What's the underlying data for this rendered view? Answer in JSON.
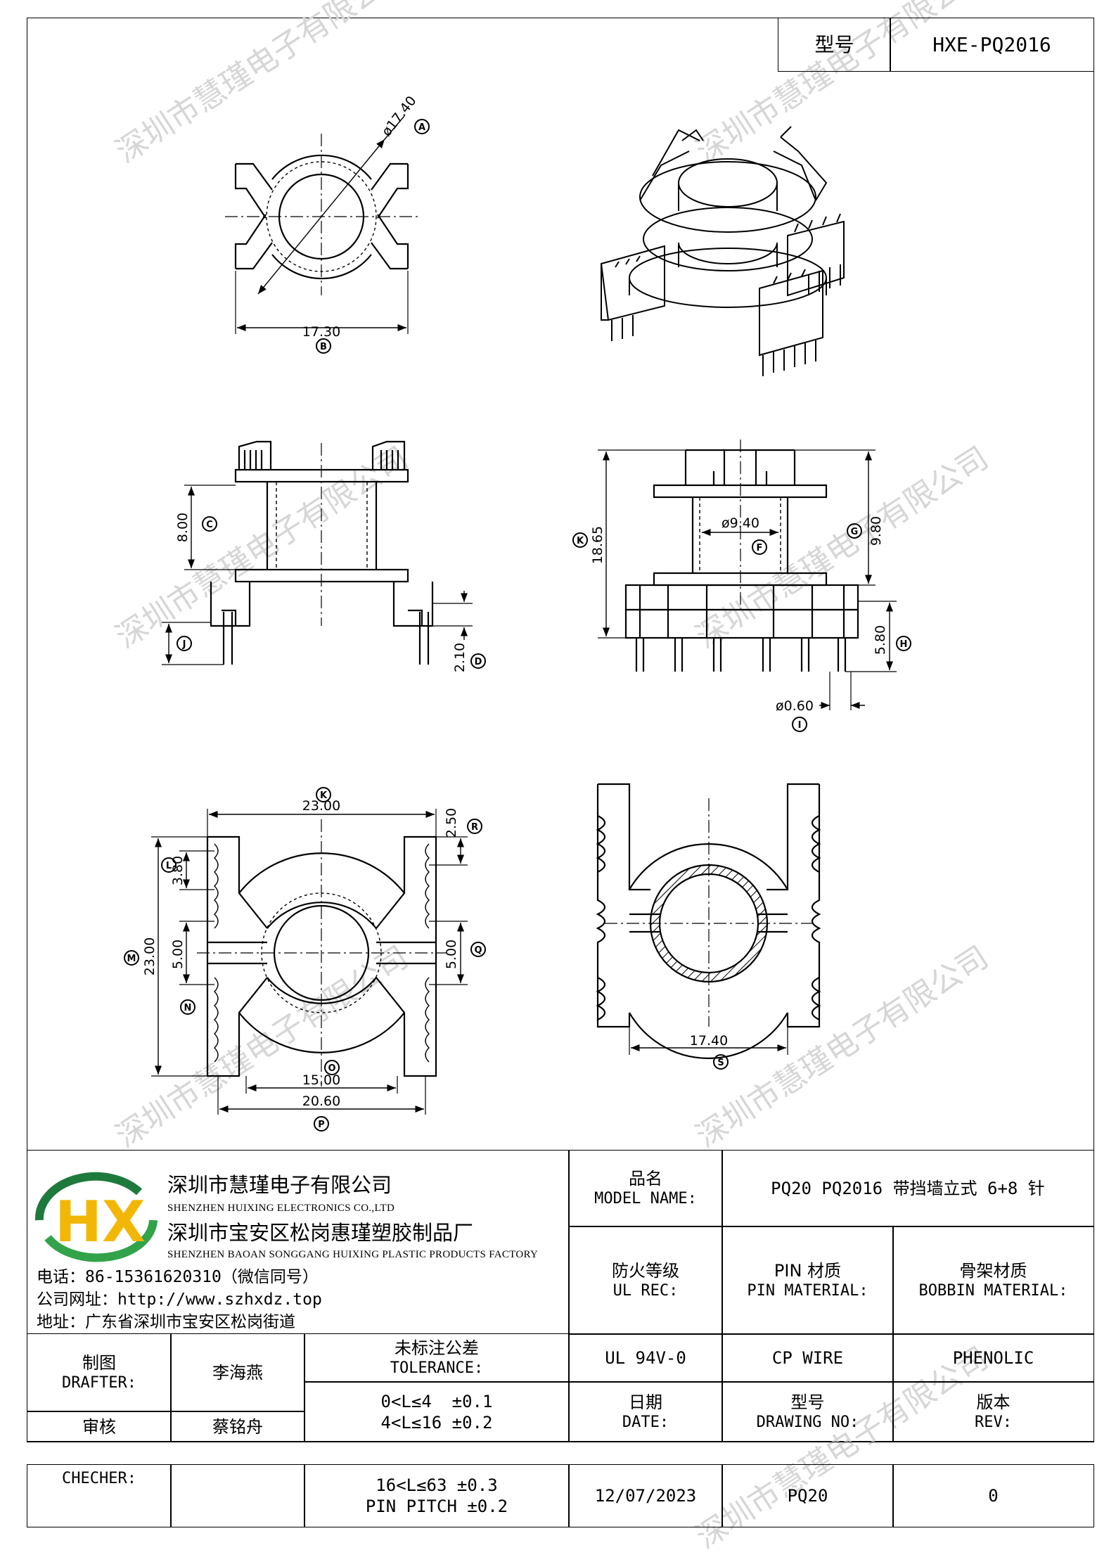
{
  "header": {
    "model_label": "型号",
    "model_value": "HXE-PQ2016"
  },
  "watermark": "深圳市慧瑾电子有限公司",
  "drawing": {
    "top_view": {
      "dim_a": "ø17.40",
      "dim_b": "17.30",
      "mark_a": "A",
      "mark_b": "B"
    },
    "side_view": {
      "dim_c": "8.00",
      "dim_d": "2.10",
      "mark_c": "C",
      "mark_d": "D",
      "mark_j": "J"
    },
    "front_view": {
      "dim_k": "18.65",
      "dim_f": "ø9.40",
      "dim_g": "9.80",
      "dim_h": "5.80",
      "dim_i": "ø0.60",
      "mark_k": "K",
      "mark_f": "F",
      "mark_g": "G",
      "mark_h": "H",
      "mark_i": "I"
    },
    "bottom_view": {
      "dim_width": "23.00",
      "dim_height": "23.00",
      "dim_r": "2.50",
      "dim_l": "3.80",
      "dim_q": "5.00",
      "dim_n": "5.00",
      "dim_o": "15.00",
      "dim_p": "20.60",
      "mark_k": "K",
      "mark_m": "M",
      "mark_r": "R",
      "mark_l": "L",
      "mark_q": "Q",
      "mark_n": "N",
      "mark_o": "O",
      "mark_p": "P"
    },
    "section_view": {
      "dim_s": "17.40",
      "mark_s": "S"
    }
  },
  "company": {
    "logo_text": "HX",
    "name_1": "深圳市慧瑾电子有限公司",
    "name_1_en": "SHENZHEN HUIXING ELECTRONICS CO.,LTD",
    "name_2": "深圳市宝安区松岗惠瑾塑胶制品厂",
    "name_2_en": "SHENZHEN BAOAN SONGGANG HUIXING PLASTIC PRODUCTS FACTORY",
    "phone": "电话：86-15361620310（微信同号）",
    "website": "公司网址：http://www.szhxdz.top",
    "address": "地址：广东省深圳市宝安区松岗街道"
  },
  "title_block": {
    "model_name_zh": "品名",
    "model_name_en": "MODEL NAME:",
    "model_name_value": "PQ20 PQ2016 带挡墙立式 6+8 针",
    "ul_zh": "防火等级",
    "ul_en": "UL REC:",
    "pin_zh": "PIN 材质",
    "pin_en": "PIN MATERIAL:",
    "bobbin_zh": "骨架材质",
    "bobbin_en": "BOBBIN MATERIAL:",
    "drafter_zh": "制图",
    "drafter_en": "DRAFTER:",
    "drafter_name": "李海燕",
    "tolerance_zh": "未标注公差",
    "tolerance_en": "TOLERANCE:",
    "ul_value": "UL 94V-0",
    "pin_value": "CP WIRE",
    "bobbin_value": "PHENOLIC",
    "tol_1": "0<L≤4  ±0.1",
    "tol_2": "4<L≤16 ±0.2",
    "date_zh": "日期",
    "date_en": "DATE:",
    "drawing_no_zh": "型号",
    "drawing_no_en": "DRAWING NO:",
    "rev_zh": "版本",
    "rev_en": "REV:",
    "checker_zh": "审核",
    "checker_name": "蔡铭舟",
    "checker_en": "CHECHER:",
    "tol_3": "16<L≤63 ±0.3",
    "tol_4": "PIN PITCH ±0.2",
    "date_value": "12/07/2023",
    "drawing_no_value": "PQ20",
    "rev_value": "0"
  }
}
